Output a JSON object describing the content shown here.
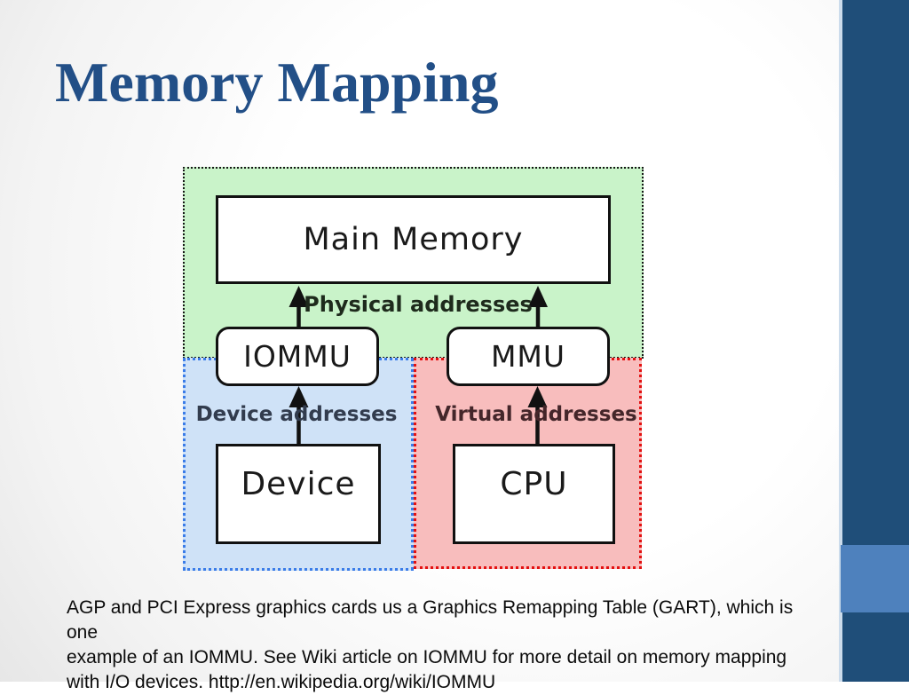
{
  "slide": {
    "title": "Memory Mapping",
    "caption_lines": [
      "AGP and PCI Express graphics cards us a Graphics Remapping Table (GART), which is one",
      "example of an IOMMU. See Wiki article on IOMMU for more detail on memory mapping",
      "with I/O devices. http://en.wikipedia.org/wiki/IOMMU"
    ]
  },
  "diagram": {
    "boxes": {
      "main_memory": "Main Memory",
      "iommu": "IOMMU",
      "mmu": "MMU",
      "device": "Device",
      "cpu": "CPU"
    },
    "labels": {
      "physical_addresses": "Physical addresses",
      "device_addresses": "Device addresses",
      "virtual_addresses": "Virtual addresses"
    },
    "colors": {
      "memory_region_fill": "#c9f3c9",
      "memory_region_border": "#161616",
      "device_region_fill": "#cfe2f7",
      "device_region_border": "#3a7ce8",
      "cpu_region_fill": "#f8bdbd",
      "cpu_region_border": "#e31111",
      "arrow": "#111111"
    }
  },
  "sidebar": {
    "bar_color": "#1f4e79",
    "accent_color": "#4e81bd"
  },
  "title_color": "#224f87"
}
